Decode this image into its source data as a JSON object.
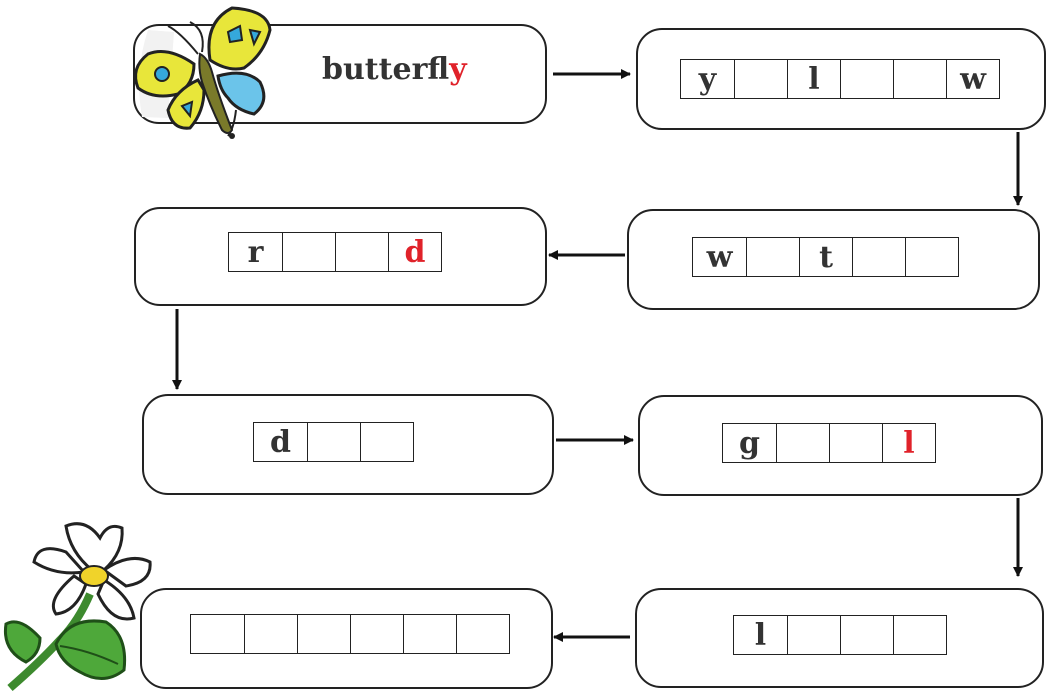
{
  "start_word": {
    "prefix": "butterfl",
    "highlight": "y"
  },
  "word_grids": [
    {
      "id": "step-1",
      "cells": [
        {
          "t": "y",
          "red": false
        },
        {
          "t": "",
          "red": false
        },
        {
          "t": "l",
          "red": false
        },
        {
          "t": "",
          "red": false
        },
        {
          "t": "",
          "red": false
        },
        {
          "t": "w",
          "red": false
        }
      ]
    },
    {
      "id": "step-2",
      "cells": [
        {
          "t": "w",
          "red": false
        },
        {
          "t": "",
          "red": false
        },
        {
          "t": "t",
          "red": false
        },
        {
          "t": "",
          "red": false
        },
        {
          "t": "",
          "red": false
        }
      ]
    },
    {
      "id": "step-3",
      "cells": [
        {
          "t": "r",
          "red": false
        },
        {
          "t": "",
          "red": false
        },
        {
          "t": "",
          "red": false
        },
        {
          "t": "d",
          "red": true
        }
      ]
    },
    {
      "id": "step-4",
      "cells": [
        {
          "t": "d",
          "red": false
        },
        {
          "t": "",
          "red": false
        },
        {
          "t": "",
          "red": false
        }
      ]
    },
    {
      "id": "step-5",
      "cells": [
        {
          "t": "g",
          "red": false
        },
        {
          "t": "",
          "red": false
        },
        {
          "t": "",
          "red": false
        },
        {
          "t": "l",
          "red": true
        }
      ]
    },
    {
      "id": "step-6",
      "cells": [
        {
          "t": "l",
          "red": false
        },
        {
          "t": "",
          "red": false
        },
        {
          "t": "",
          "red": false
        },
        {
          "t": "",
          "red": false
        }
      ]
    },
    {
      "id": "step-7",
      "cells": [
        {
          "t": "",
          "red": false
        },
        {
          "t": "",
          "red": false
        },
        {
          "t": "",
          "red": false
        },
        {
          "t": "",
          "red": false
        },
        {
          "t": "",
          "red": false
        },
        {
          "t": "",
          "red": false
        }
      ]
    }
  ],
  "illustrations": {
    "start": "butterfly-illustration",
    "end": "flower-illustration"
  },
  "colors": {
    "highlight": "#e0222a",
    "text": "#333333",
    "border": "#222222"
  }
}
